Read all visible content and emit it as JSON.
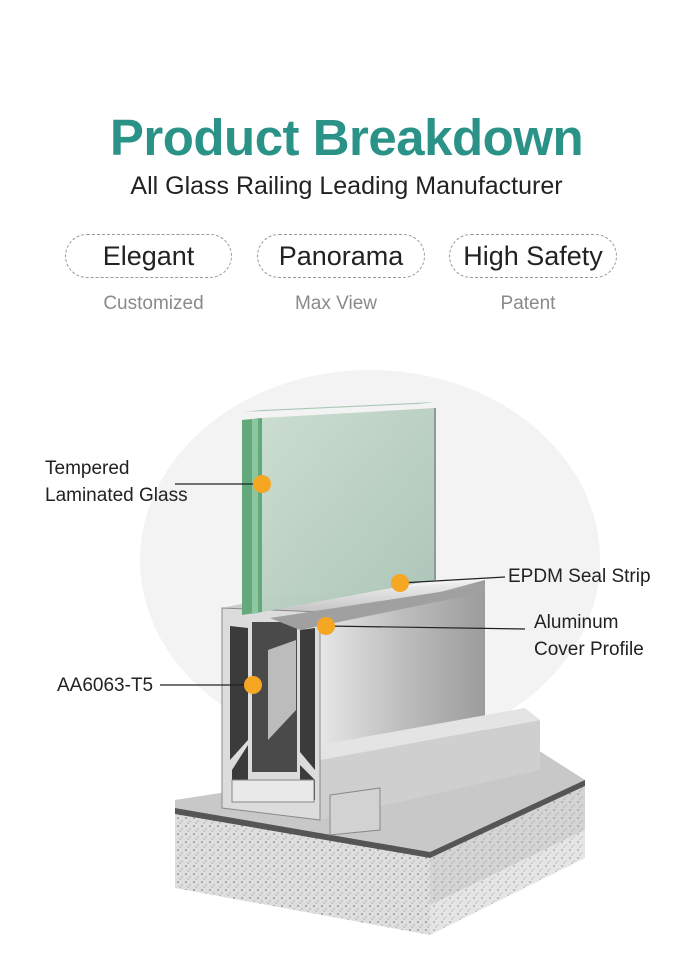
{
  "header": {
    "title": "Product Breakdown",
    "subtitle": "All Glass Railing Leading Manufacturer"
  },
  "features": [
    {
      "label": "Elegant",
      "sub": "Customized"
    },
    {
      "label": "Panorama",
      "sub": "Max View"
    },
    {
      "label": "High Safety",
      "sub": "Patent"
    }
  ],
  "callouts": {
    "glass": {
      "line1": "Tempered",
      "line2": "Laminated Glass"
    },
    "seal": "EPDM Seal Strip",
    "cover": {
      "line1": "Aluminum",
      "line2": "Cover Profile"
    },
    "alloy": "AA6063-T5"
  },
  "colors": {
    "title": "#2a9287",
    "marker": "#f5a623",
    "glass": "#b7cfc3",
    "glass_edge": "#5ea477",
    "aluminum": "#c9c9c9",
    "concrete": "#d8d8d8"
  }
}
